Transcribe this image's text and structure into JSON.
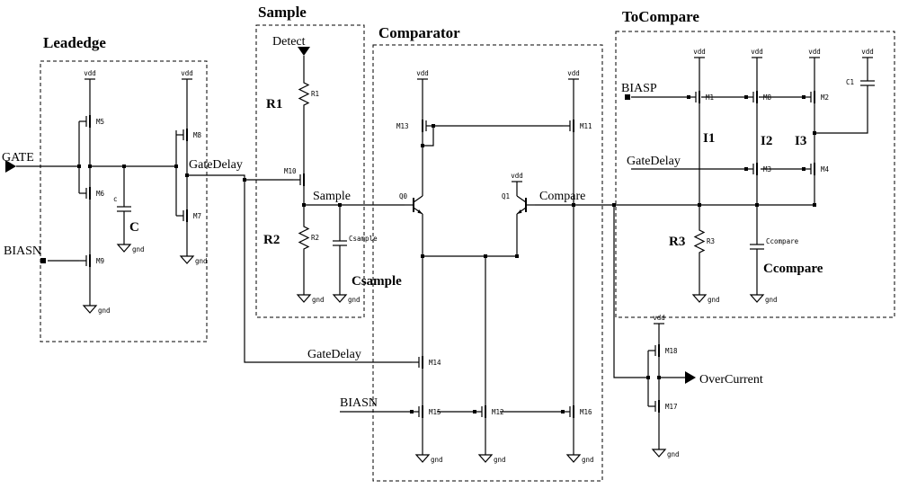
{
  "colors": {
    "ink": "#000000",
    "paper": "#ffffff"
  },
  "blocks": {
    "leadedge": {
      "title": "Leadedge"
    },
    "sample_detect": {
      "title": "Sample",
      "subtitle": "Detect"
    },
    "comparator": {
      "title": "Comparator"
    },
    "tocompare": {
      "title": "ToCompare"
    }
  },
  "ports": {
    "gate": "GATE",
    "biasn": "BIASN",
    "biasp": "BIASP",
    "overcurrent": "OverCurrent"
  },
  "nets": {
    "gatedelay": "GateDelay",
    "sample": "Sample",
    "compare": "Compare",
    "vdd": "vdd",
    "gnd": "gnd"
  },
  "devices": {
    "m1": "M1",
    "m2": "M2",
    "m3": "M3",
    "m4": "M4",
    "m5": "M5",
    "m6": "M6",
    "m7": "M7",
    "m8": "M8",
    "m9": "M9",
    "m10": "M10",
    "m11": "M11",
    "m12": "M12",
    "m13": "M13",
    "m14": "M14",
    "m15": "M15",
    "m16": "M16",
    "m17": "M17",
    "m18": "M18",
    "q0": "Q0",
    "q1": "Q1",
    "r1": "R1",
    "r2": "R2",
    "r3": "R3",
    "c": "C",
    "c_small": "c",
    "c1": "C1",
    "csample": "Csample",
    "ccompare": "Ccompare",
    "i1": "I1",
    "i2": "I2",
    "i3": "I3"
  }
}
